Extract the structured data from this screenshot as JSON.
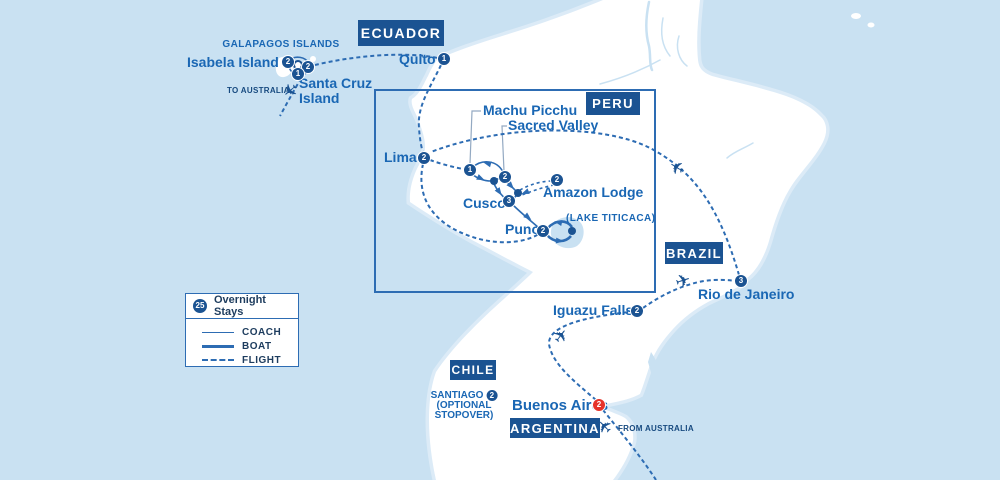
{
  "colors": {
    "ocean": "#c9e1f2",
    "land": "#ffffff",
    "route_blue": "#2d6cb3",
    "box_navy": "#1b5392",
    "label_blue": "#1a67b4",
    "legend_text": "#1d3c5e",
    "badge_red": "#e6332a"
  },
  "icons": {
    "airplane": "✈"
  },
  "countries": {
    "ecuador": "ECUADOR",
    "peru": "PERU",
    "brazil": "BRAZIL",
    "chile": "CHILE",
    "argentina": "ARGENTINA"
  },
  "regions": {
    "galapagos": "GALAPAGOS ISLANDS",
    "lake_titicaca": "(LAKE TITICACA)"
  },
  "locations": {
    "quito": {
      "name": "Quito",
      "stays": "1"
    },
    "isabela": {
      "name": "Isabela Island",
      "stays": "2"
    },
    "santa_cruz": {
      "line1": "Santa Cruz",
      "line2": "Island",
      "stays": "2",
      "first_night": "1"
    },
    "lima": {
      "name": "Lima",
      "stays": "2"
    },
    "machu_picchu": {
      "name": "Machu Picchu",
      "stays": "1"
    },
    "sacred_valley": {
      "name": "Sacred Valley",
      "stays": "2"
    },
    "amazon_lodge": {
      "name": "Amazon Lodge",
      "stays": "2"
    },
    "cusco": {
      "name": "Cusco",
      "stays": "3"
    },
    "puno": {
      "name": "Puno",
      "stays": "2"
    },
    "iguazu_falls": {
      "name": "Iguazu Falls",
      "stays": "2"
    },
    "rio_de_janeiro": {
      "name": "Rio de Janeiro",
      "stays": "3"
    },
    "buenos_aires": {
      "name": "Buenos Aires",
      "stays": "2"
    },
    "santiago": {
      "line1": "SANTIAGO",
      "line2": "(OPTIONAL",
      "line3": "STOPOVER)",
      "stays": "2"
    }
  },
  "notes": {
    "to_australia": "TO AUSTRALIA",
    "from_australia": "FROM AUSTRALIA"
  },
  "legend": {
    "count": "25",
    "title": "Overnight Stays",
    "items": [
      {
        "id": "coach",
        "label": "COACH"
      },
      {
        "id": "boat",
        "label": "BOAT"
      },
      {
        "id": "flight",
        "label": "FLIGHT"
      }
    ]
  }
}
